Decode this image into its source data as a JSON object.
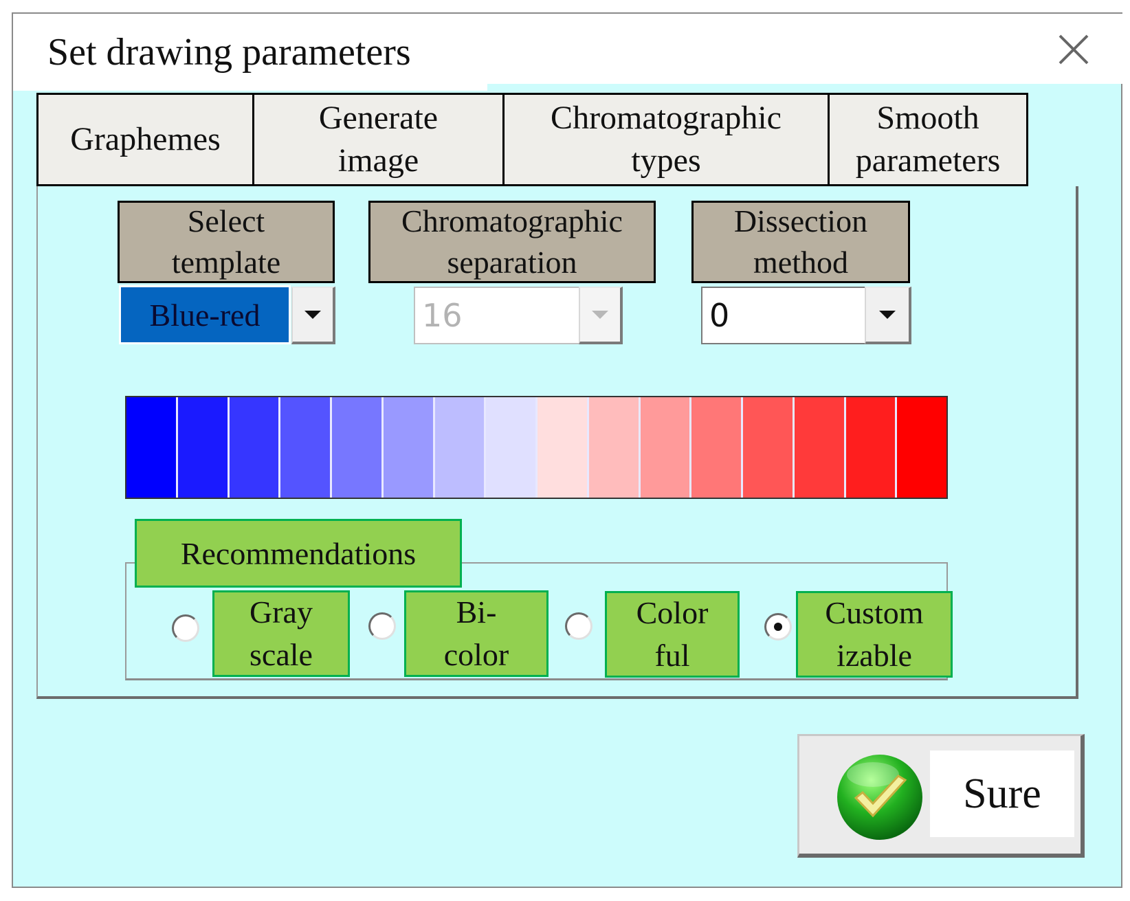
{
  "window": {
    "title": "Set drawing parameters"
  },
  "tabs": [
    {
      "label": "Graphemes"
    },
    {
      "label": "Generate image"
    },
    {
      "label": "Chromatographic types"
    },
    {
      "label": "Smooth parameters"
    }
  ],
  "params": {
    "template": {
      "label": "Select template",
      "value": "Blue-red"
    },
    "separation": {
      "label": "Chromatographic separation",
      "value": "16",
      "enabled": false
    },
    "dissection": {
      "label": "Dissection method",
      "value": "0"
    }
  },
  "colorbar": {
    "colors": [
      "#0000ff",
      "#1a1aff",
      "#3636ff",
      "#5454ff",
      "#7777ff",
      "#9999ff",
      "#bdbdff",
      "#e0e0ff",
      "#ffdede",
      "#ffbcbc",
      "#ff9a9a",
      "#ff7777",
      "#ff5656",
      "#ff3a3a",
      "#ff1e1e",
      "#ff0000"
    ]
  },
  "recommendations": {
    "title": "Recommendations",
    "options": [
      {
        "label": "Gray scale",
        "selected": false
      },
      {
        "label": "Bi-color",
        "selected": false
      },
      {
        "label": "Color ful",
        "selected": false
      },
      {
        "label": "Custom izable",
        "selected": true
      }
    ]
  },
  "footer": {
    "confirm_label": "Sure"
  }
}
